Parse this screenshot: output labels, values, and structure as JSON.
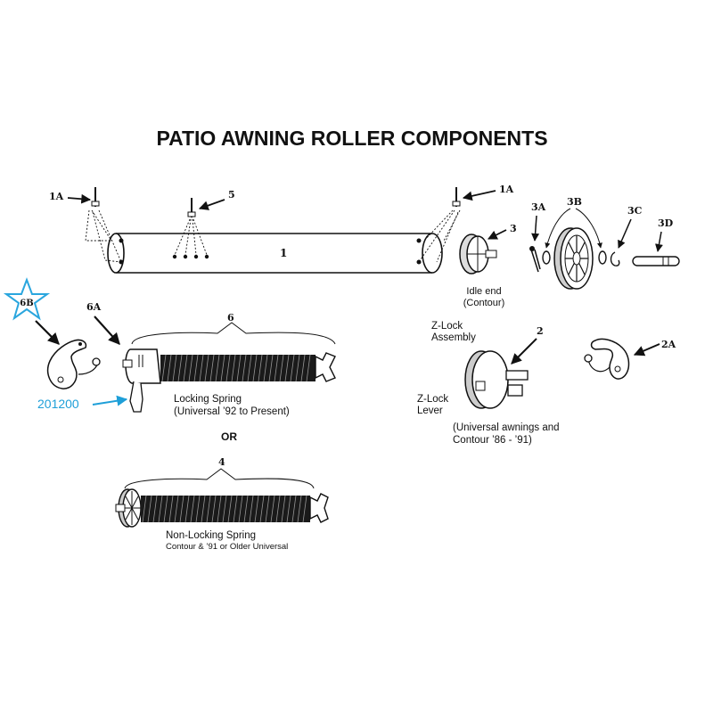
{
  "title": "PATIO AWNING ROLLER COMPONENTS",
  "callouts": {
    "c1A_left": "1A",
    "c5": "5",
    "c1A_right": "1A",
    "c1": "1",
    "c3": "3",
    "c3A": "3A",
    "c3B": "3B",
    "c3C": "3C",
    "c3D": "3D",
    "c6B": "6B",
    "c6A": "6A",
    "c6": "6",
    "c2": "2",
    "c2A": "2A",
    "c4": "4"
  },
  "labels": {
    "idle_end_1": "Idle end",
    "idle_end_2": "(Contour)",
    "zlock_assembly_1": "Z-Lock",
    "zlock_assembly_2": "Assembly",
    "zlock_lever_1": "Z-Lock",
    "zlock_lever_2": "Lever",
    "zlock_note_1": "(Universal awnings and",
    "zlock_note_2": "Contour ’86 - ’91)",
    "locking_spring_1": "Locking Spring",
    "locking_spring_2": "(Universal ’92 to Present)",
    "or": "OR",
    "nonlocking_1": "Non-Locking Spring",
    "nonlocking_2": "Contour & ’91 or Older Universal",
    "part_number": "201200"
  },
  "colors": {
    "ink": "#111111",
    "highlight": "#1e9fd8",
    "star": "#2aa6de"
  }
}
